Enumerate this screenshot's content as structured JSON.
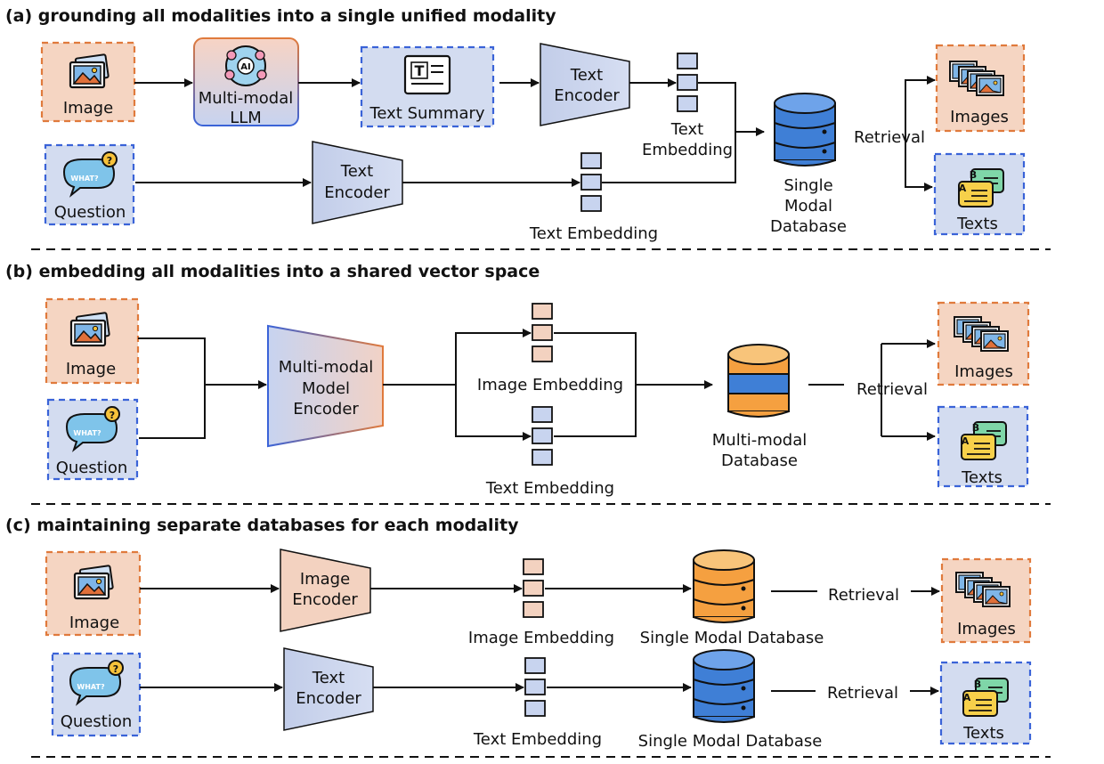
{
  "sections": {
    "a": {
      "title": "(a) grounding all modalities into a single unified modality",
      "image_label": "Image",
      "question_label": "Question",
      "llm_label_line1": "Multi-modal",
      "llm_label_line2": "LLM",
      "llm_badge": "AI",
      "summary_label": "Text Summary",
      "encoder_top_line1": "Text",
      "encoder_top_line2": "Encoder",
      "encoder_bottom_line1": "Text",
      "encoder_bottom_line2": "Encoder",
      "embedding_top_line1": "Text",
      "embedding_top_line2": "Embedding",
      "embedding_bottom": "Text Embedding",
      "db_line1": "Single",
      "db_line2": "Modal",
      "db_line3": "Database",
      "retrieval": "Retrieval",
      "out_images": "Images",
      "out_texts": "Texts"
    },
    "b": {
      "title": "(b) embedding all modalities into a shared vector space",
      "image_label": "Image",
      "question_label": "Question",
      "encoder_line1": "Multi-modal",
      "encoder_line2": "Model",
      "encoder_line3": "Encoder",
      "image_embedding": "Image Embedding",
      "text_embedding": "Text Embedding",
      "db_line1": "Multi-modal",
      "db_line2": "Database",
      "retrieval": "Retrieval",
      "out_images": "Images",
      "out_texts": "Texts"
    },
    "c": {
      "title": "(c) maintaining separate databases for each modality",
      "image_label": "Image",
      "question_label": "Question",
      "image_encoder_line1": "Image",
      "image_encoder_line2": "Encoder",
      "text_encoder_line1": "Text",
      "text_encoder_line2": "Encoder",
      "image_embedding": "Image Embedding",
      "text_embedding": "Text Embedding",
      "db_image": "Single Modal Database",
      "db_text": "Single Modal Database",
      "retrieval_image": "Retrieval",
      "retrieval_text": "Retrieval",
      "out_images": "Images",
      "out_texts": "Texts"
    }
  },
  "icons": {
    "question_bubble_text": "WHAT?",
    "question_mark": "?",
    "summary_glyph": "T",
    "card_a": "A",
    "card_b": "B"
  },
  "colors": {
    "orange_fill": "#f5d5c2",
    "orange_stroke": "#e07a3c",
    "blue_fill": "#d3dcf0",
    "blue_stroke": "#3a63d8",
    "db_blue": "#3f7fd6",
    "db_orange": "#f5a040"
  }
}
